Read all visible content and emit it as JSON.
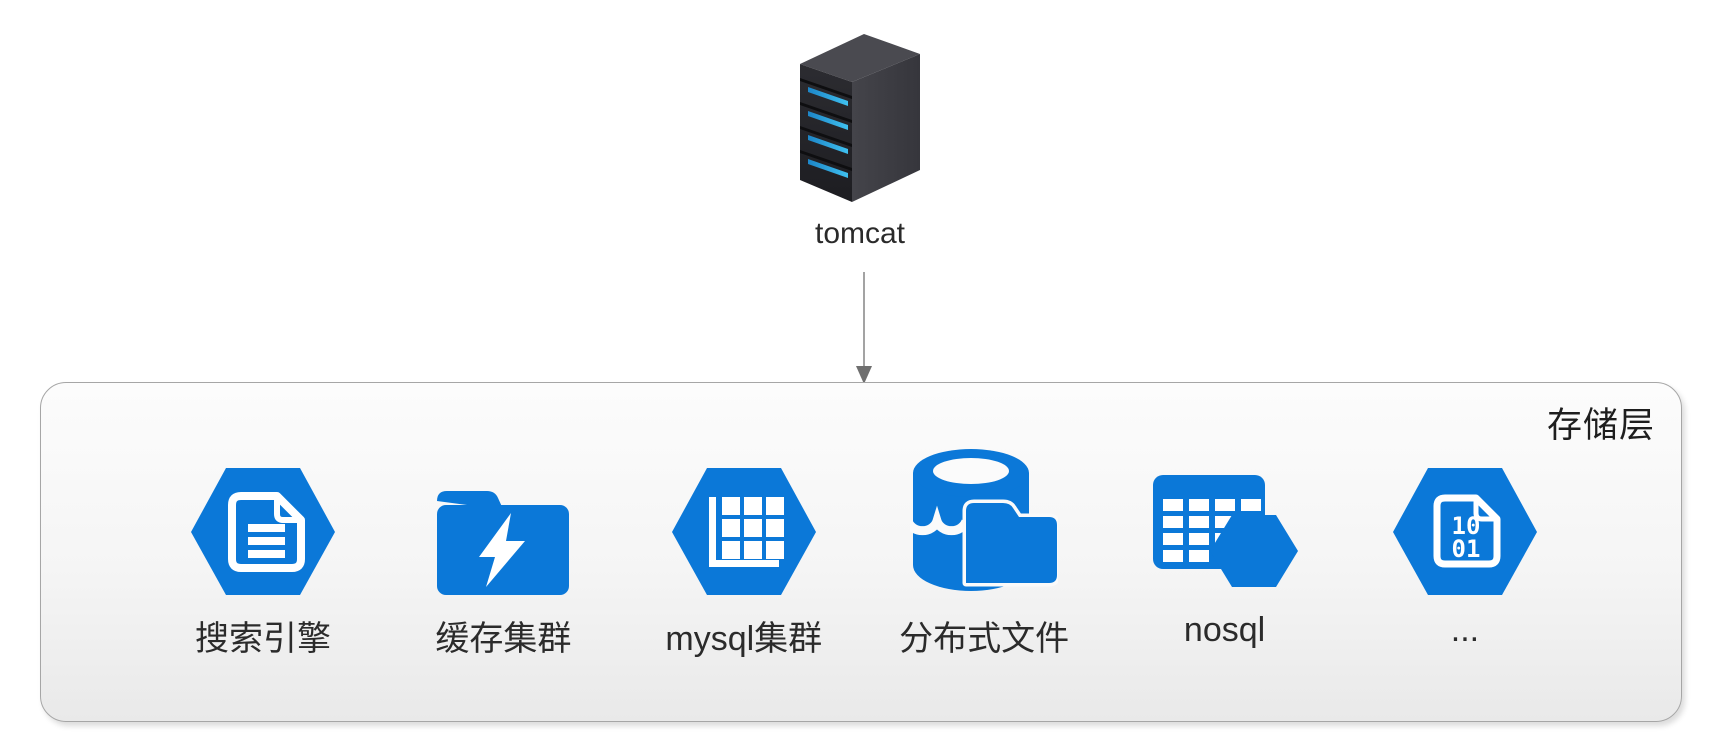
{
  "colors": {
    "icon_blue": "#0b78d8",
    "server_front": "#232327",
    "server_side": "#3c3c42",
    "server_top": "#4a4a50",
    "server_stripe": "#2ba7e2",
    "container_border": "#a6a6a6",
    "arrow_gray": "#8c8c8c"
  },
  "server": {
    "label": "tomcat",
    "icon": "server-tower-icon"
  },
  "storage_layer": {
    "title": "存储层",
    "items": [
      {
        "label": "搜索引擎",
        "icon": "hexagon-document-icon"
      },
      {
        "label": "缓存集群",
        "icon": "folder-lightning-icon"
      },
      {
        "label": "mysql集群",
        "icon": "hexagon-grid-icon"
      },
      {
        "label": "分布式文件",
        "icon": "database-folder-icon"
      },
      {
        "label": "nosql",
        "icon": "table-hexagon-icon"
      },
      {
        "label": "...",
        "icon": "hexagon-binary-icon",
        "binary_text": [
          "10",
          "01"
        ]
      }
    ]
  }
}
